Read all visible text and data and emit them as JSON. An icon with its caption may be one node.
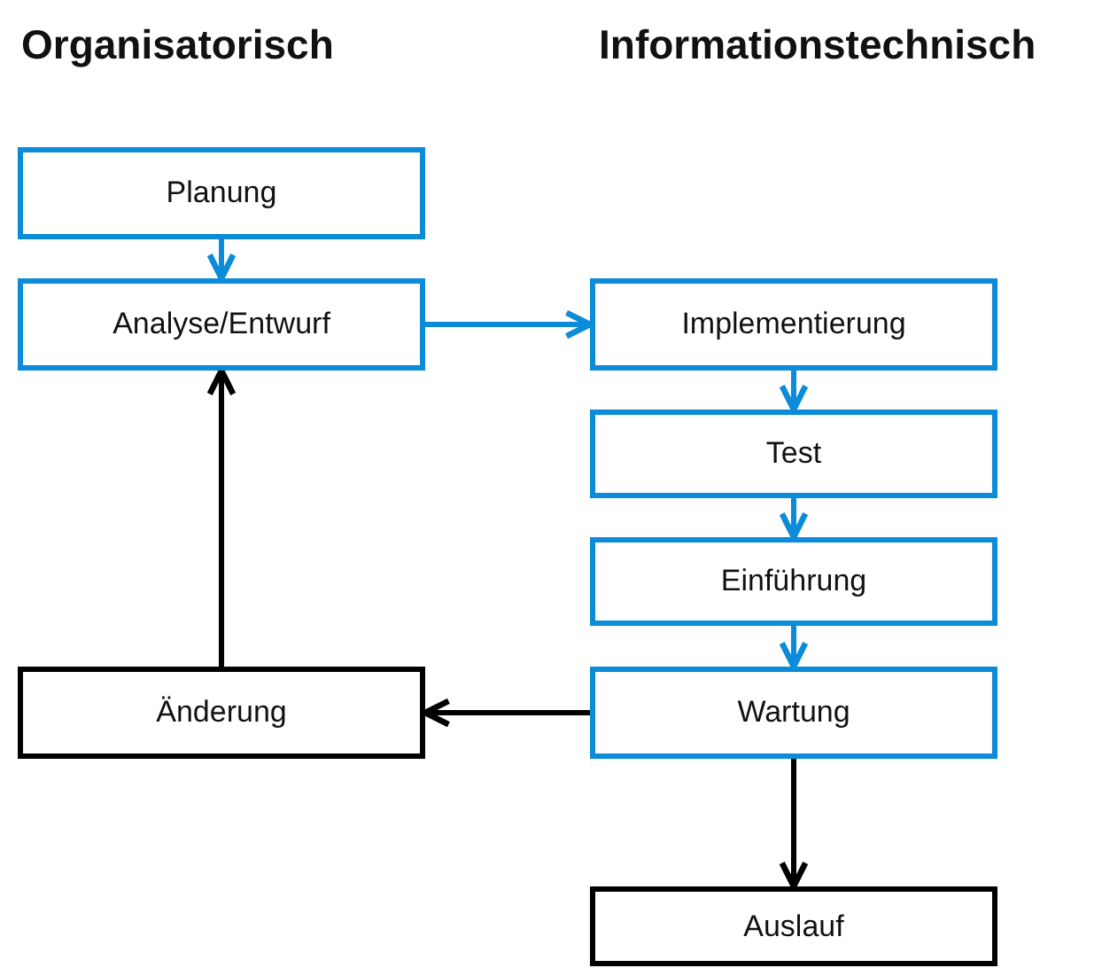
{
  "diagram": {
    "nodes": [
      {
        "text": [
          "Planung"
        ]
      },
      {
        "text": [
          "Analyse/Entwurf"
        ]
      },
      {
        "text": [
          "Implementierung"
        ]
      },
      {
        "text": [
          "Test"
        ]
      },
      {
        "text": [
          "Einführung"
        ]
      },
      {
        "text": [
          "Wartung"
        ]
      },
      {
        "text": [
          "Änderung"
        ]
      },
      {
        "text": [
          "Auslauf"
        ]
      }
    ],
    "edges": [
      {
        "from": 0,
        "to": 1,
        "arrow": "to"
      },
      {
        "from": 1,
        "to": 2,
        "arrow": "to"
      },
      {
        "from": 2,
        "to": 3,
        "arrow": "to"
      },
      {
        "from": 3,
        "to": 4,
        "arrow": "to"
      },
      {
        "from": 4,
        "to": 5,
        "arrow": "to"
      },
      {
        "from": 5,
        "to": 6,
        "arrow": "to",
        "color": "#000000"
      },
      {
        "from": 6,
        "to": 1,
        "arrow": "to",
        "color": "#000000"
      },
      {
        "from": 5,
        "to": 7,
        "arrow": "to",
        "color": "#000000"
      }
    ],
    "labels": [
      "Organisatorisch",
      "Informationstechnisch"
    ]
  }
}
